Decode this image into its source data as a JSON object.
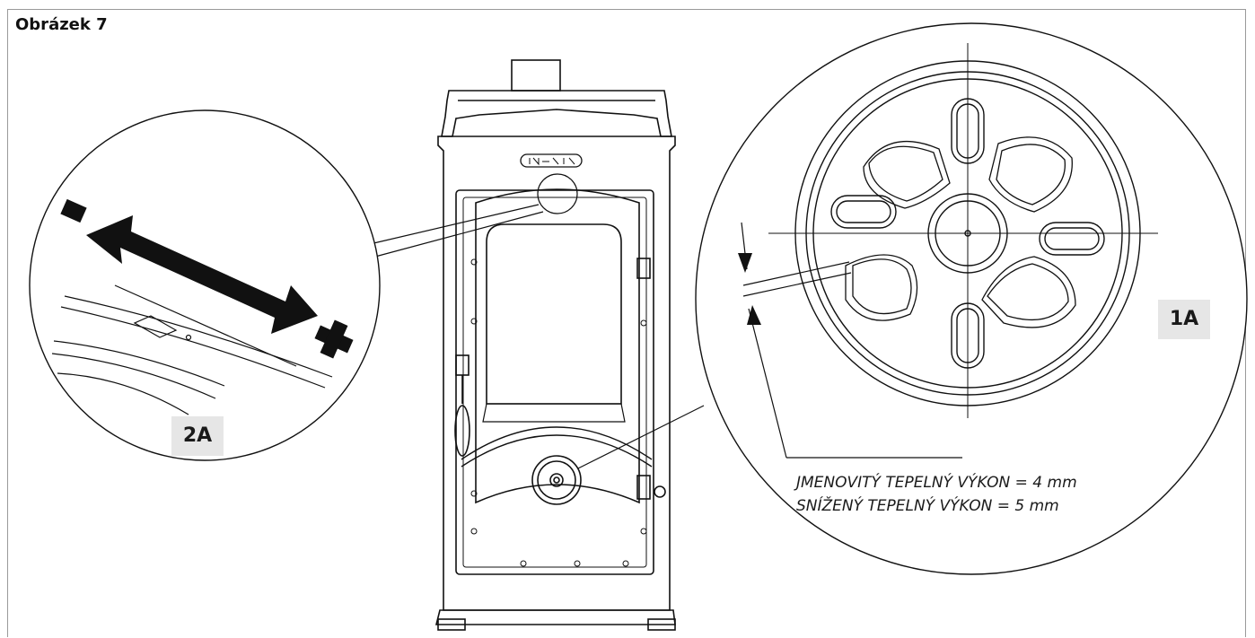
{
  "figure_title": "Obrázek 7",
  "detail_left": {
    "tag": "2A",
    "minus_symbol": "−",
    "plus_symbol": "+"
  },
  "detail_right": {
    "tag": "1A"
  },
  "note": {
    "line1": "JMENOVITÝ TEPELNÝ VÝKON = 4 mm",
    "line2": "SNÍŽENÝ TEPELNÝ VÝKON = 5 mm"
  },
  "colors": {
    "stroke": "#111111",
    "tag_bg": "#e6e6e6",
    "frame": "#9a9a9a"
  }
}
